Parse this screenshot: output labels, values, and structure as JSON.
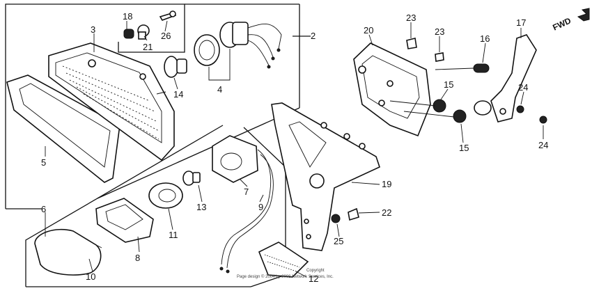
{
  "orientation_marker": {
    "label": "FWD"
  },
  "callouts": [
    {
      "id": "c2",
      "text": "2"
    },
    {
      "id": "c3",
      "text": "3"
    },
    {
      "id": "c4",
      "text": "4"
    },
    {
      "id": "c5",
      "text": "5"
    },
    {
      "id": "c6",
      "text": "6"
    },
    {
      "id": "c7",
      "text": "7"
    },
    {
      "id": "c8",
      "text": "8"
    },
    {
      "id": "c9",
      "text": "9"
    },
    {
      "id": "c10",
      "text": "10"
    },
    {
      "id": "c11",
      "text": "11"
    },
    {
      "id": "c12",
      "text": "12"
    },
    {
      "id": "c13",
      "text": "13"
    },
    {
      "id": "c14",
      "text": "14"
    },
    {
      "id": "c15a",
      "text": "15"
    },
    {
      "id": "c15b",
      "text": "15"
    },
    {
      "id": "c16",
      "text": "16"
    },
    {
      "id": "c17",
      "text": "17"
    },
    {
      "id": "c18",
      "text": "18"
    },
    {
      "id": "c19",
      "text": "19"
    },
    {
      "id": "c20",
      "text": "20"
    },
    {
      "id": "c21",
      "text": "21"
    },
    {
      "id": "c22",
      "text": "22"
    },
    {
      "id": "c23a",
      "text": "23"
    },
    {
      "id": "c23b",
      "text": "23"
    },
    {
      "id": "c24a",
      "text": "24"
    },
    {
      "id": "c24b",
      "text": "24"
    },
    {
      "id": "c25",
      "text": "25"
    },
    {
      "id": "c26",
      "text": "26"
    }
  ],
  "watermark": {
    "line1": "Copyright",
    "line2": "Page design © 2004 by 2008 Network Services, Inc."
  }
}
